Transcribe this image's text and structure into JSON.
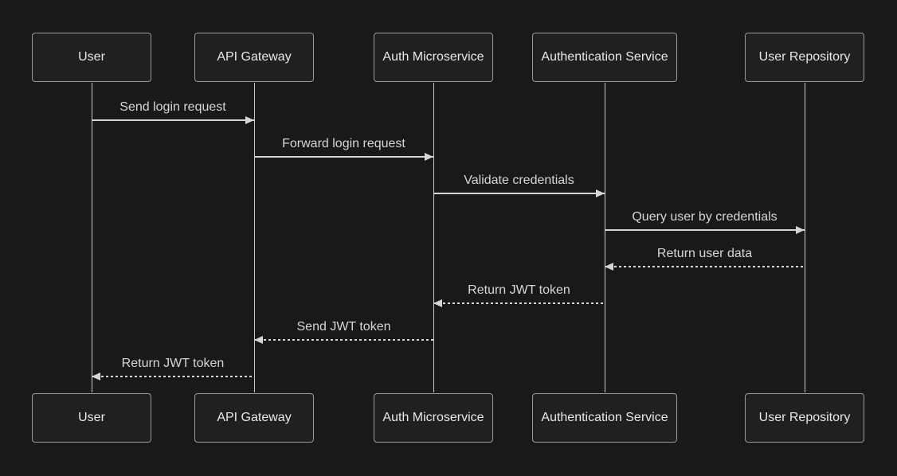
{
  "diagram": {
    "type": "sequence-diagram",
    "actors": [
      {
        "label": "User"
      },
      {
        "label": "API Gateway"
      },
      {
        "label": "Auth Microservice"
      },
      {
        "label": "Authentication Service"
      },
      {
        "label": "User Repository"
      }
    ],
    "messages": [
      {
        "label": "Send login request",
        "from": "User",
        "to": "API Gateway",
        "line": "solid",
        "direction": "right"
      },
      {
        "label": "Forward login request",
        "from": "API Gateway",
        "to": "Auth Microservice",
        "line": "solid",
        "direction": "right"
      },
      {
        "label": "Validate credentials",
        "from": "Auth Microservice",
        "to": "Authentication Service",
        "line": "solid",
        "direction": "right"
      },
      {
        "label": "Query user by credentials",
        "from": "Authentication Service",
        "to": "User Repository",
        "line": "solid",
        "direction": "right"
      },
      {
        "label": "Return user data",
        "from": "User Repository",
        "to": "Authentication Service",
        "line": "dotted",
        "direction": "left"
      },
      {
        "label": "Return JWT token",
        "from": "Authentication Service",
        "to": "Auth Microservice",
        "line": "dotted",
        "direction": "left"
      },
      {
        "label": "Send JWT token",
        "from": "Auth Microservice",
        "to": "API Gateway",
        "line": "dotted",
        "direction": "left"
      },
      {
        "label": "Return JWT token",
        "from": "API Gateway",
        "to": "User",
        "line": "dotted",
        "direction": "left"
      }
    ]
  },
  "theme": {
    "page-bg": "#191919",
    "actor-fill": "#1f2021",
    "actor-border": "#9a9a9a",
    "actor-text": "#e8e8e8",
    "signal-color": "#d6d6d6",
    "signal-text": "#d6d6d6",
    "lifeline-color": "#c9c9c9"
  }
}
